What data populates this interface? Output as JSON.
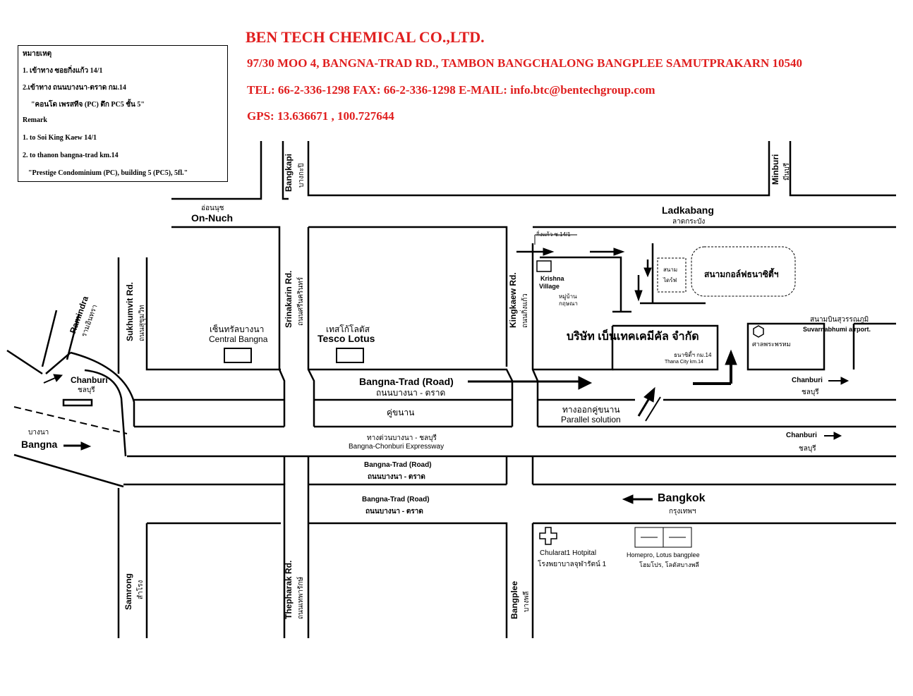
{
  "header": {
    "company": "BEN TECH CHEMICAL CO.,LTD.",
    "address": "97/30 MOO 4, BANGNA-TRAD RD., TAMBON BANGCHALONG BANGPLEE SAMUTPRAKARN 10540",
    "contact": "TEL: 66-2-336-1298 FAX: 66-2-336-1298 E-MAIL: info.btc@bentechgroup.com",
    "gps": "GPS: 13.636671 , 100.727644"
  },
  "remark_box": {
    "lines": [
      "หมายเหตุ",
      "1. เข้าทาง ซอยกิ่งแก้ว 14/1",
      "2.เข้าทาง ถนนบางนา-ตราด กม.14",
      "\"คอนโด เพรสทีจ (PC) ตึก PC5 ชั้น 5\"",
      "Remark",
      "1. to Soi King Kaew 14/1",
      "2. to thanon bangna-trad km.14",
      "\"Prestige Condominium (PC), building 5 (PC5), 5fl.\""
    ]
  },
  "roads": {
    "bangkapi_en": "Bangkapi",
    "bangkapi_th": "บางกะปิ",
    "minburi_en": "Minburi",
    "minburi_th": "มีนบุรี",
    "onnuch_th": "อ่อนนุช",
    "onnuch_en": "On-Nuch",
    "ladkabang_en": "Ladkabang",
    "ladkabang_th": "ลาดกระบัง",
    "sukhumvit_en": "Sukhumvit Rd.",
    "sukhumvit_th": "ถนนสุขุมวิท",
    "srinakarin_en": "Srinakarin Rd.",
    "srinakarin_th": "ถนนศรีนครินทร์",
    "kingkaew_en": "Kingkaew Rd.",
    "kingkaew_th": "ถนนกิ่งแก้ว",
    "ramindra_en": "Ramindra",
    "ramindra_th": "รามอินทรา",
    "chanburi_en": "Chanburi",
    "chanburi_th": "ชลบุรี",
    "bangna_th": "บางนา",
    "bangna_en": "Bangna",
    "bangnatrad_road_en": "Bangna-Trad (Road)",
    "bangnatrad_road_th": "ถนนบางนา - ตราด",
    "parallel_th": "คู่ขนาน",
    "parallel_exit_th": "ทางออกคู่ขนาน",
    "parallel_exit_en": "Parallel solution",
    "expressway_th": "ทางด่วนบางนา - ชลบุรี",
    "expressway_en": "Bangna-Chonburi Expressway",
    "bangnatrad2_en": "Bangna-Trad (Road)",
    "bangnatrad2_th": "ถนนบางนา - ตราด",
    "bangnatrad3_en": "Bangna-Trad (Road)",
    "bangnatrad3_th": "ถนนบางนา - ตราด",
    "bangkok_en": "Bangkok",
    "bangkok_th": "กรุงเทพฯ",
    "samrong_en": "Samrong",
    "samrong_th": "สำโรง",
    "thepharak_en": "Thepharak Rd.",
    "thepharak_th": "ถนนเทพารักษ์",
    "bangplee_en": "Bangplee",
    "bangplee_th": "บางพลี",
    "chanburi2_en": "Chanburi",
    "chanburi2_th": "ชลบุรี",
    "chanburi3_en": "Chanburi",
    "chanburi3_th": "ชลบุรี"
  },
  "places": {
    "central_th": "เซ็นทรัลบางนา",
    "central_en": "Central Bangna",
    "tesco_th": "เทสโก้โลตัส",
    "tesco_en": "Tesco Lotus",
    "soi_label": "กิ่งแก้ว ซ.14/1",
    "krishna_en1": "Krishna",
    "krishna_en2": "Village",
    "krishna_th1": "หมู่บ้าน",
    "krishna_th2": "กฤษณา",
    "field_th1": "สนาม",
    "field_th2": "ไดร์ฟ",
    "golf_th": "สนามกอล์ฟธนาซิตี้ฯ",
    "company_th": "บริษัท เบ็นเทคเคมีคัล จำกัด",
    "thanacity_th": "ธนาซิตี้ฯ กม.14",
    "thanacity_en": "Thana City km.14",
    "airport_th": "สนามบินสุวรรณภูมิ",
    "airport_en": "Suvarnabhumi airport.",
    "shrine_th": "ศาลพระพรหม",
    "hospital_en": "Chularat1 Hotpital",
    "hospital_th": "โรงพยาบาลจุฬารัตน์ 1",
    "homepro_en": "Homepro, Lotus bangplee",
    "homepro_th": "โฮมโปร, โลตัสบางพลี"
  },
  "colors": {
    "header_red": "#e01f1f",
    "ink": "#000000"
  }
}
